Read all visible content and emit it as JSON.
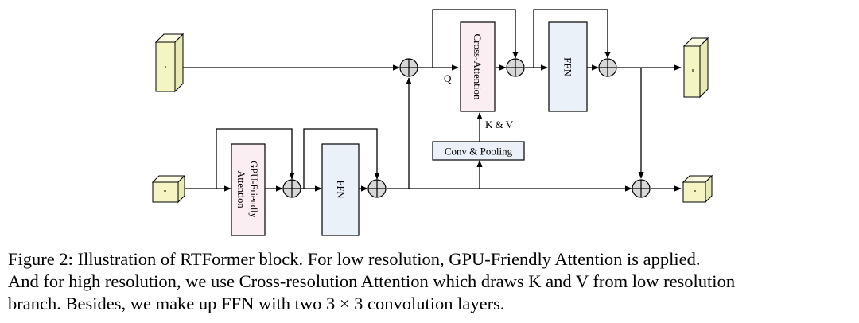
{
  "diagram": {
    "blocks": {
      "cross_attention": "Cross-Attention",
      "ffn_high": "FFN",
      "gpu_attention_line1": "GPU-Friendly",
      "gpu_attention_line2": "Attention",
      "ffn_low": "FFN",
      "conv_pooling": "Conv & Pooling"
    },
    "labels": {
      "q": "Q",
      "kv": "K & V"
    },
    "colors": {
      "attention_fill": "#fbeef2",
      "ffn_fill": "#eaf1f8",
      "conv_fill": "#eaf1f8",
      "feature_fill": "#f5f5c4",
      "adder_fill": "#d8d8d8"
    }
  },
  "caption": {
    "line1": "Figure 2: Illustration of RTFormer block. For low resolution, GPU-Friendly Attention is applied.",
    "line2": "And for high resolution, we use Cross-resolution Attention which draws K and V from low resolution",
    "line3": "branch. Besides, we make up FFN with two 3 × 3 convolution layers."
  }
}
